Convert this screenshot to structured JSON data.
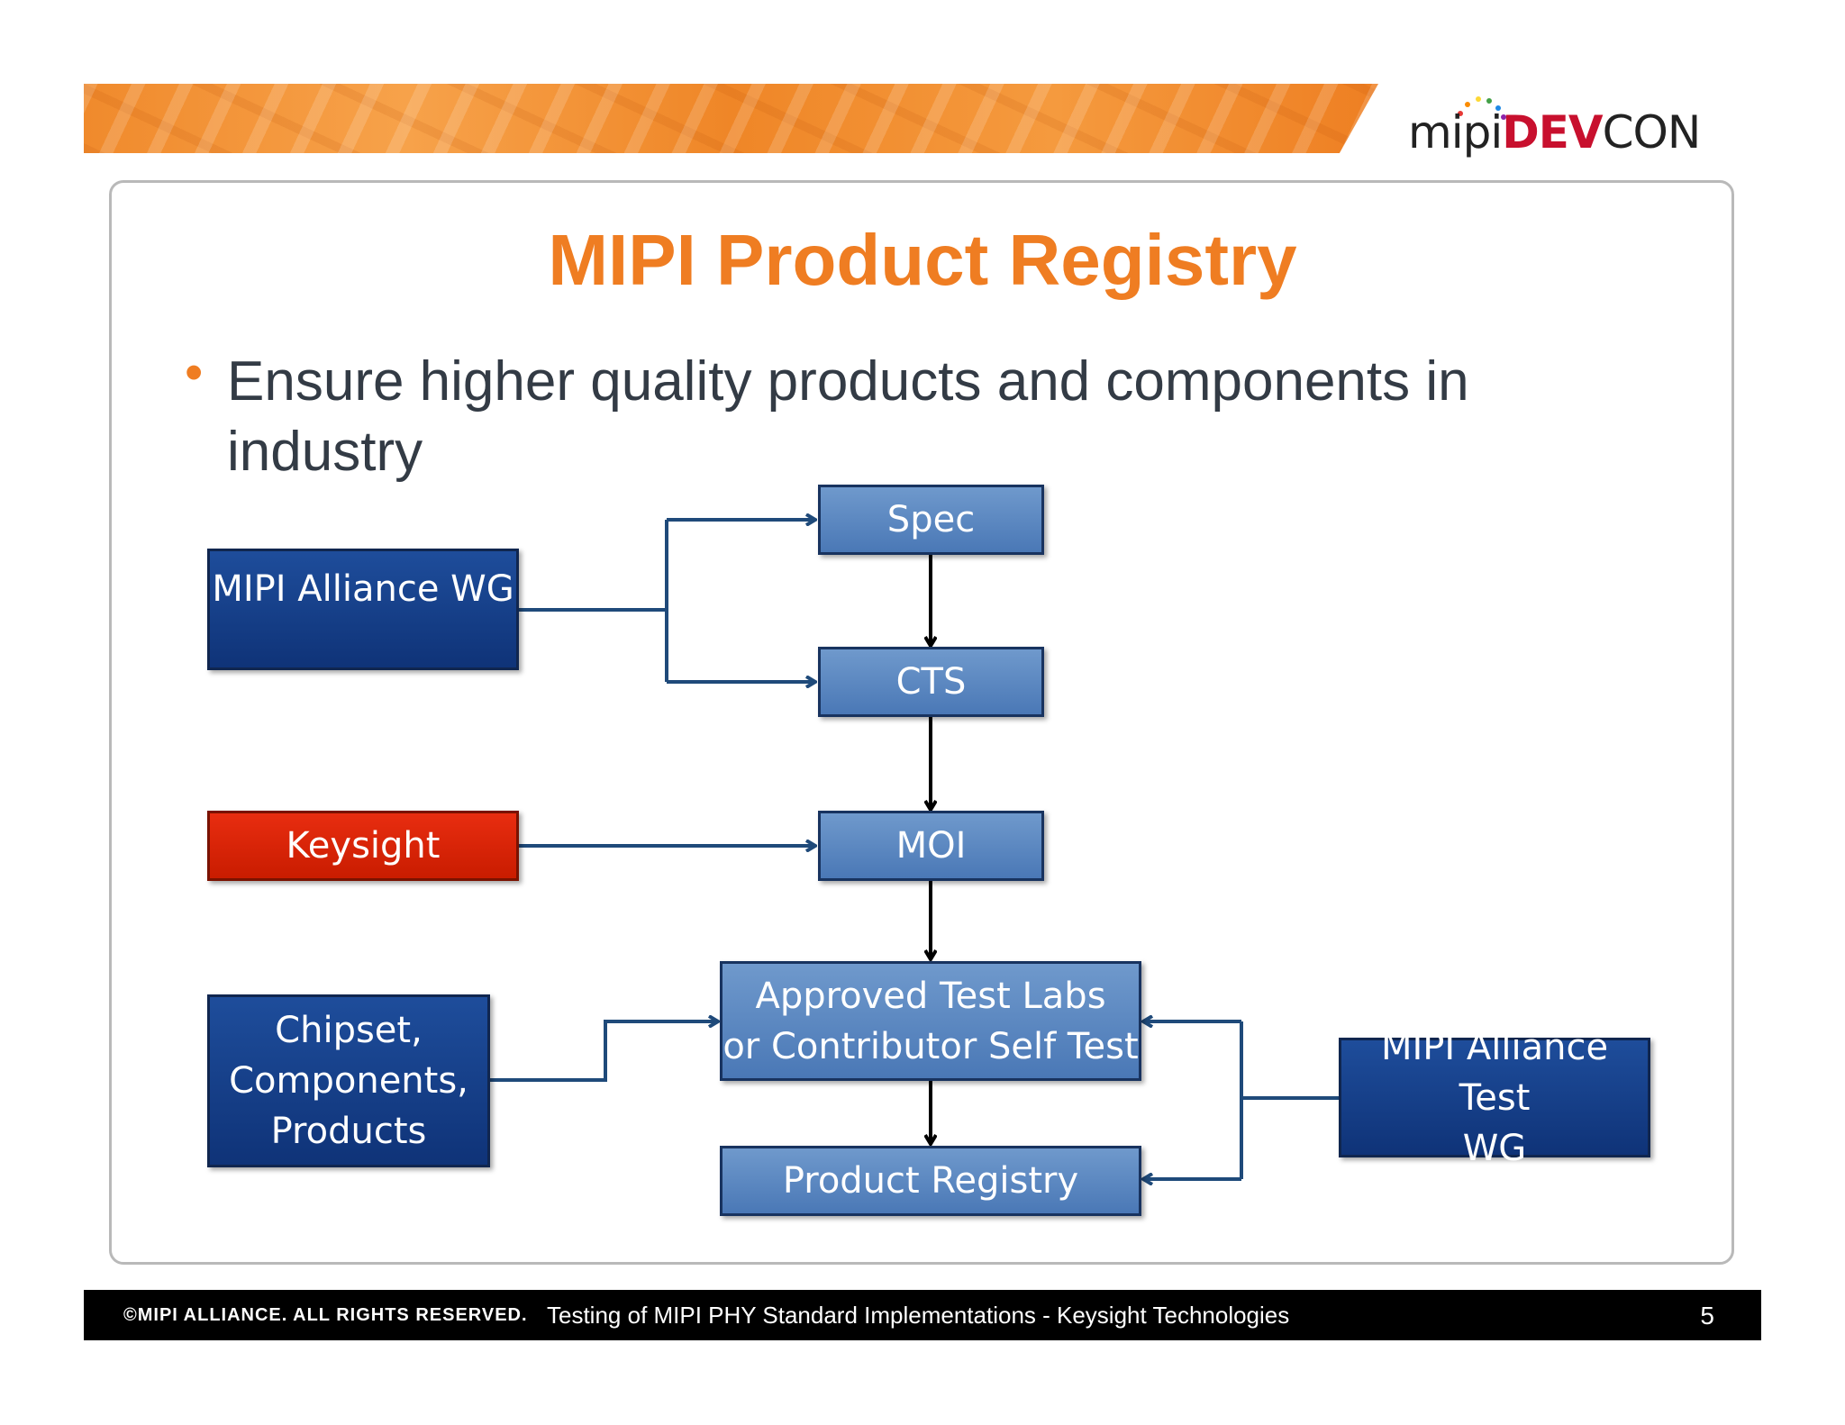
{
  "header": {
    "logo": {
      "mipi": "mipi",
      "dev": "DEV",
      "con": "CON"
    }
  },
  "slide": {
    "title": "MIPI Product Registry",
    "bullet": "•",
    "bullet_text": "Ensure higher quality products and components in industry"
  },
  "diagram": {
    "nodes": {
      "spec": "Spec",
      "cts": "CTS",
      "moi": "MOI",
      "labs": "Approved Test Labs\nor Contributor Self Test",
      "registry": "Product Registry",
      "wg": "MIPI Alliance WG",
      "keysight": "Keysight",
      "chipset": "Chipset,\nComponents,\nProducts",
      "test_wg": "MIPI Alliance Test\nWG"
    },
    "colors": {
      "light_box": "#4a78b6",
      "dark_box": "#0f3378",
      "red_box": "#c91c00",
      "side_connector": "#1f4a7a",
      "main_connector": "#000000"
    }
  },
  "footer": {
    "copyright": "©MIPI ALLIANCE. ALL RIGHTS RESERVED.",
    "caption": "Testing of MIPI PHY Standard Implementations - Keysight Technologies",
    "page": "5"
  }
}
